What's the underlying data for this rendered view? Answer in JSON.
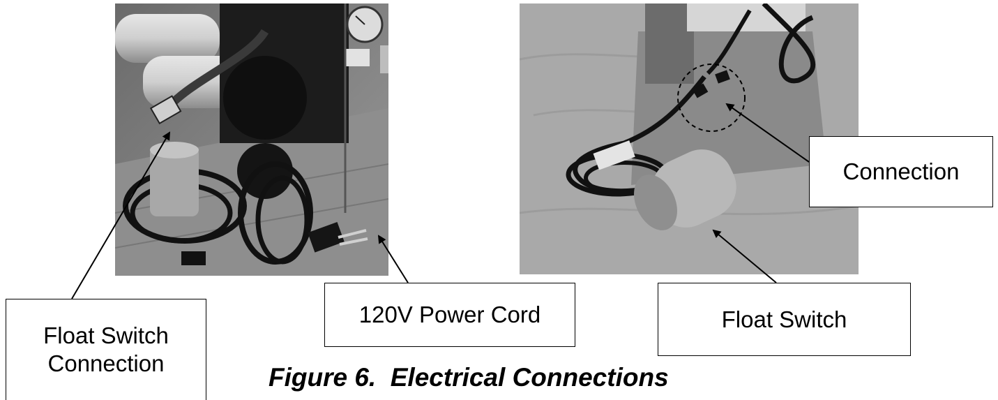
{
  "figure": {
    "caption": "Figure 6.  Electrical Connections",
    "left_photo": {},
    "right_photo": {},
    "callouts": {
      "float_switch_connection": [
        "Float Switch",
        "Connection"
      ],
      "power_cord": "120V Power Cord",
      "float_switch": "Float Switch",
      "connection": "Connection"
    }
  }
}
